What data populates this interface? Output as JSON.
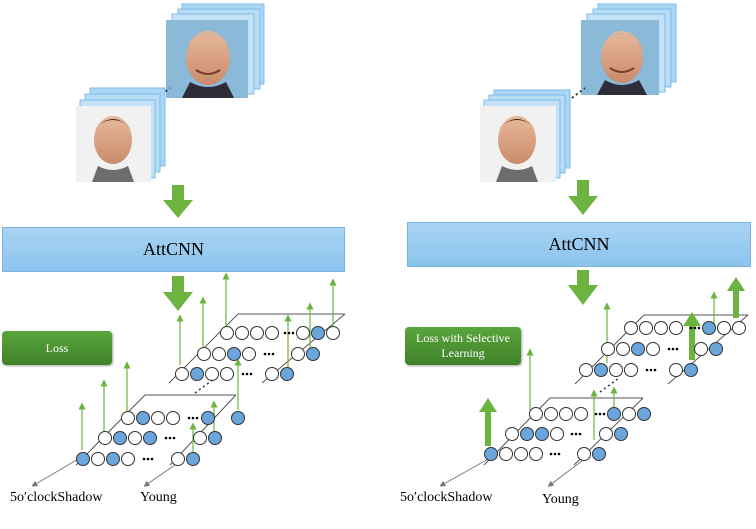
{
  "panels": [
    {
      "id": "left",
      "model_label": "AttCNN",
      "loss_label": "Loss",
      "axis_labels": [
        "5o′clockShadow",
        "Young"
      ]
    },
    {
      "id": "right",
      "model_label": "AttCNN",
      "loss_label": "Loss with Selective Learning",
      "axis_labels": [
        "5o′clockShadow",
        "Young"
      ]
    }
  ],
  "colors": {
    "arrow_green": "#6db33f",
    "node_blue": "#6aa6dc",
    "box_blue": "#9ccbf0",
    "loss_green": "#4a9430"
  },
  "icons": [
    "face-photo-icon",
    "down-arrow-icon",
    "up-arrow-icon",
    "ellipsis-icon"
  ]
}
